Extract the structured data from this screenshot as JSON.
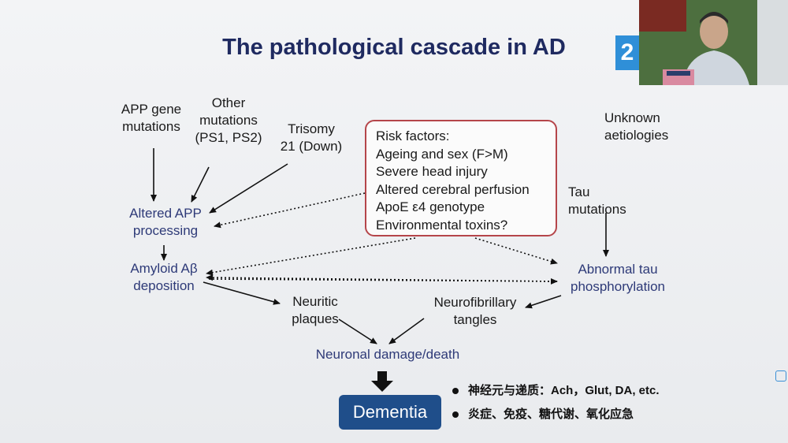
{
  "title": "The pathological cascade in AD",
  "slide_badge": "2",
  "nodes": {
    "app_mut_1": "APP gene",
    "app_mut_2": "mutations",
    "other_mut_1": "Other",
    "other_mut_2": "mutations",
    "other_mut_3": "(PS1, PS2)",
    "trisomy_1": "Trisomy",
    "trisomy_2": "21 (Down)",
    "unknown_1": "Unknown",
    "unknown_2": "aetiologies",
    "tau_mut_1": "Tau",
    "tau_mut_2": "mutations",
    "app_proc_1": "Altered APP",
    "app_proc_2": "processing",
    "amyloid_1": "Amyloid Aβ",
    "amyloid_2": "deposition",
    "tau_phos_1": "Abnormal tau",
    "tau_phos_2": "phosphorylation",
    "plaques_1": "Neuritic",
    "plaques_2": "plaques",
    "tangles_1": "Neurofibrillary",
    "tangles_2": "tangles",
    "neuronal": "Neuronal damage/death",
    "dementia": "Dementia"
  },
  "risk_factors": [
    "Risk factors:",
    "Ageing and sex (F>M)",
    "Severe head injury",
    "Altered cerebral perfusion",
    "ApoE ε4 genotype",
    "Environmental toxins?"
  ],
  "bullets": [
    "神经元与递质：Ach，Glut, DA, etc.",
    "炎症、免疫、糖代谢、氧化应急"
  ]
}
